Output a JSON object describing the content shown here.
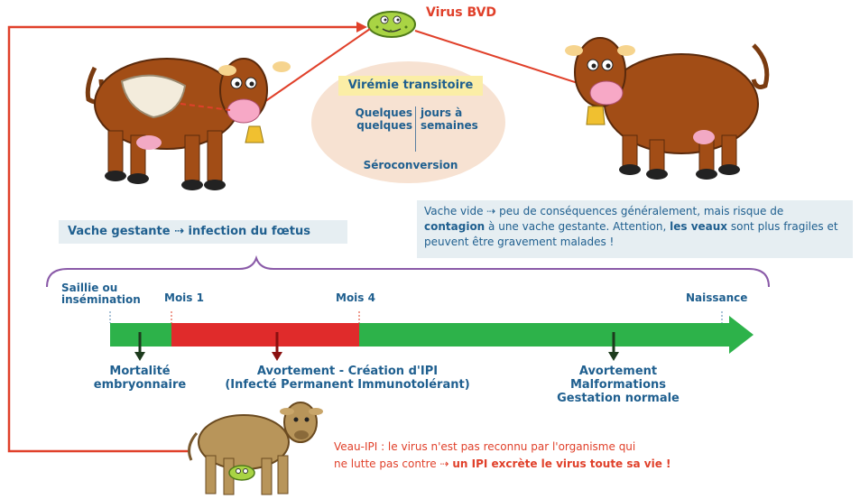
{
  "virus": {
    "label": "Virus BVD"
  },
  "viremia": {
    "title": "Virémie transitoire",
    "left_text": "Quelques quelques",
    "right_text": "jours à semaines",
    "result": "Séroconversion"
  },
  "pregnant": {
    "prefix": "Vache gestante",
    "arrow": "⇢",
    "suffix": "infection du fœtus"
  },
  "empty_cow": {
    "part1": "Vache vide ⇢ peu de conséquences généralement, mais risque de ",
    "bold1": "contagion",
    "part2": " à une vache gestante. Attention, ",
    "bold2": "les veaux",
    "part3": " sont plus fragiles et peuvent être gravement malades !"
  },
  "timeline": {
    "stages": [
      {
        "label_line1": "Saillie ou",
        "label_line2": "insémination"
      },
      {
        "label_line1": "Mois 1",
        "label_line2": ""
      },
      {
        "label_line1": "Mois 4",
        "label_line2": ""
      },
      {
        "label_line1": "Naissance",
        "label_line2": ""
      }
    ],
    "colors": {
      "green": "#2db24a",
      "red": "#e02b2b",
      "purple": "#8a5aa8"
    }
  },
  "outcomes": {
    "early_line1": "Mortalité",
    "early_line2": "embryonnaire",
    "mid_line1": "Avortement - Création d'IPI",
    "mid_line2": "(Infecté Permanent Immunotolérant)",
    "late_line1": "Avortement",
    "late_line2": "Malformations",
    "late_line3": "Gestation normale"
  },
  "ipi": {
    "part1": "Veau-IPI : le virus n'est pas reconnu par l'organisme qui",
    "part2": "ne lutte pas contre ⇢ ",
    "bold": "un IPI excrète le virus toute sa vie !"
  },
  "icons": [
    "virus-icon",
    "cow-pregnant",
    "cow-empty",
    "calf-ipi"
  ]
}
